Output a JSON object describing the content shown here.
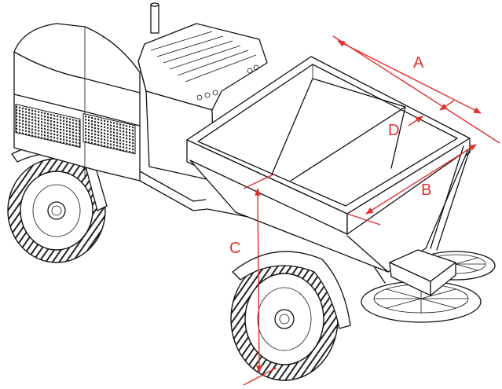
{
  "colors": {
    "line": "#111111",
    "dimension": "#e03030",
    "background": "#ffffff"
  },
  "dimensions": {
    "A": {
      "label": "A"
    },
    "B": {
      "label": "B"
    },
    "C": {
      "label": "C"
    },
    "D": {
      "label": "D"
    }
  }
}
